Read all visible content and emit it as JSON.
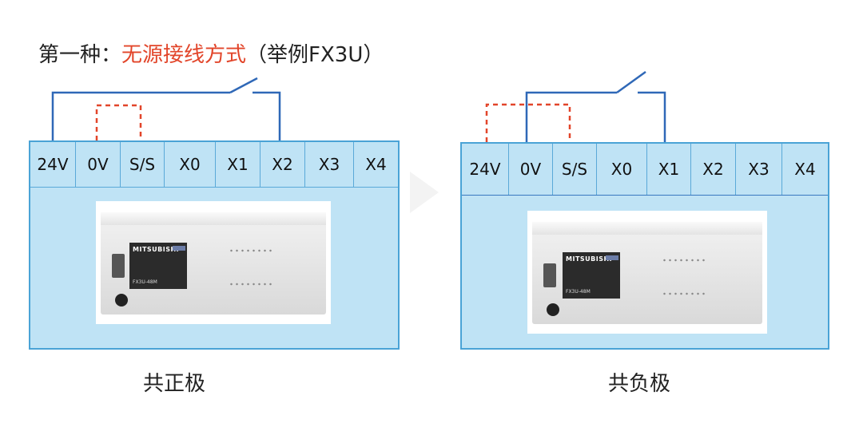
{
  "title": {
    "prefix": "第一种：",
    "highlight": "无源接线方式",
    "suffix": "（举例FX3U）"
  },
  "colors": {
    "highlight": "#e2452a",
    "panel_fill": "#bfe3f5",
    "panel_border": "#4aa3d6",
    "wire": "#2f68b7",
    "jumper": "#e2452a"
  },
  "diagrams": [
    {
      "terminals": [
        "24V",
        "0V",
        "S/S",
        "X0",
        "X1",
        "X2",
        "X3",
        "X4"
      ],
      "caption": "共正极",
      "plc_brand": "MITSUBISHI",
      "plc_model": "FX3U-48M",
      "jumper": "0V–S/S",
      "switch": "24V–X2"
    },
    {
      "terminals": [
        "24V",
        "0V",
        "S/S",
        "X0",
        "X1",
        "X2",
        "X3",
        "X4"
      ],
      "caption": "共负极",
      "plc_brand": "MITSUBISHI",
      "plc_model": "FX3U-48M",
      "jumper": "24V–S/S",
      "switch": "0V–X1"
    }
  ]
}
